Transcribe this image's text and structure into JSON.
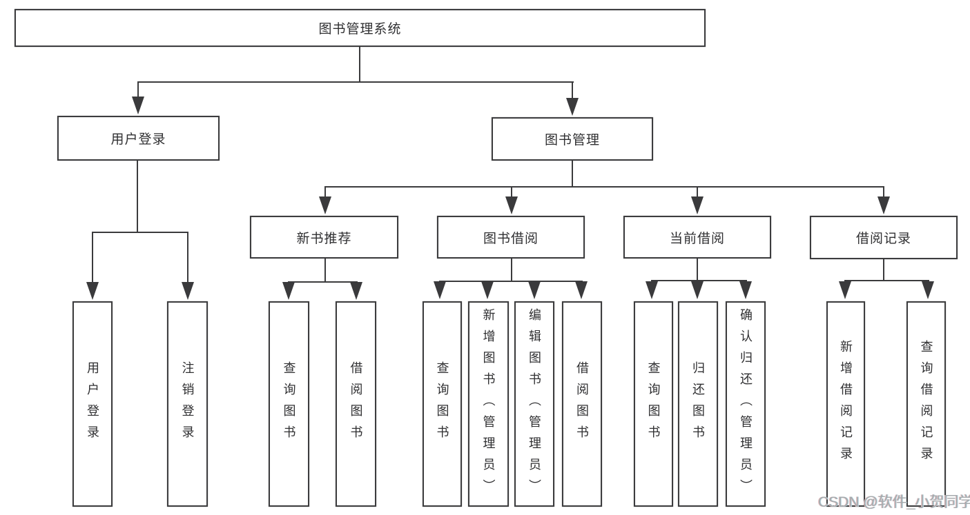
{
  "colors": {
    "line": "#3a3a3c",
    "box_border": "#3c3c3e",
    "text": "#2f2f31",
    "background": "#ffffff",
    "watermark": "#a6aaad"
  },
  "tree": {
    "root": "图书管理系统",
    "branches": [
      {
        "label": "用户登录",
        "children": [
          "用户登录",
          "注销登录"
        ]
      },
      {
        "label": "图书管理",
        "sections": [
          {
            "label": "新书推荐",
            "children": [
              "查询图书",
              "借阅图书"
            ]
          },
          {
            "label": "图书借阅",
            "children": [
              "查询图书",
              "新增图书（管理员）",
              "编辑图书（管理员）",
              "借阅图书"
            ]
          },
          {
            "label": "当前借阅",
            "children": [
              "查询图书",
              "归还图书",
              "确认归还（管理员）"
            ]
          },
          {
            "label": "借阅记录",
            "children": [
              "新增借阅记录",
              "查询借阅记录"
            ]
          }
        ]
      }
    ]
  },
  "watermark": "CSDN @软件_小贺同学"
}
